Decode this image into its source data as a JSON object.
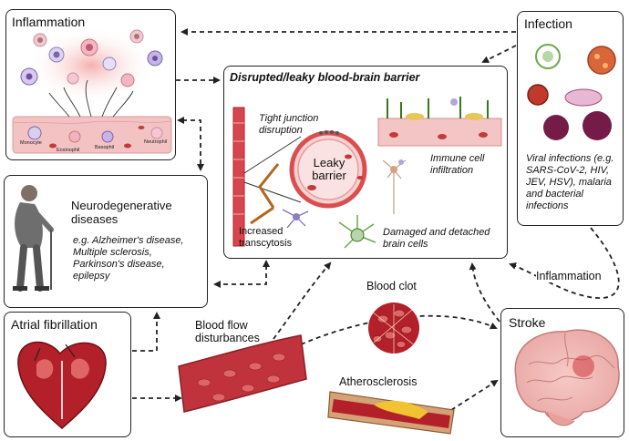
{
  "inflammation_box": {
    "title": "Inflammation",
    "cells": [
      "Monocyte",
      "Eosinophil",
      "Basophil",
      "Neutrophil"
    ]
  },
  "bbb_box": {
    "title": "Disrupted/leaky blood-brain barrier",
    "tight_junction": "Tight junction disruption",
    "leaky_barrier": "Leaky barrier",
    "immune": "Immune cell infiltration",
    "transcytosis": "Increased transcytosis",
    "damaged": "Damaged and detached brain cells"
  },
  "infection_box": {
    "title": "Infection",
    "desc": "Viral infections (e.g. SARS-CoV-2, HIV, JEV, HSV), malaria and bacterial infections"
  },
  "neuro_box": {
    "title": "Neurodegenerative diseases",
    "examples": "e.g. Alzheimer's disease, Multiple sclerosis, Parkinson's disease, epilepsy"
  },
  "afib_box": {
    "title": "Atrial fibrillation"
  },
  "stroke_box": {
    "title": "Stroke"
  },
  "labels": {
    "blood_flow": "Blood flow disturbances",
    "blood_clot": "Blood clot",
    "atherosclerosis": "Atherosclerosis",
    "inflammation_arrow": "Inflammation"
  },
  "colors": {
    "box_border": "#222222",
    "arrow": "#222222",
    "blood_red": "#b3202a",
    "vessel_pink": "#e8a6a6"
  }
}
